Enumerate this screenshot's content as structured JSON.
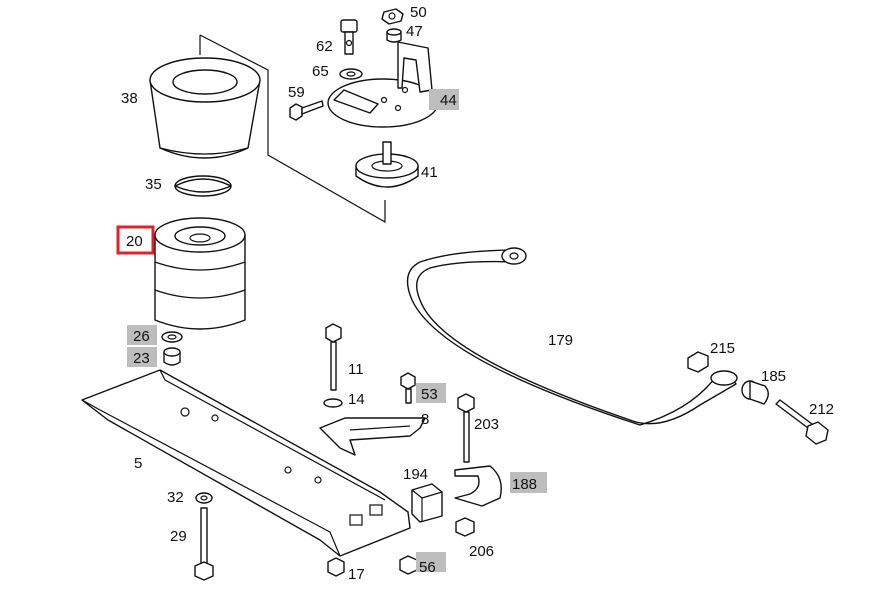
{
  "diagram": {
    "highlight_color": "#bdbdbd",
    "selection_color": "#e0202b",
    "selected_part": "20",
    "labels": [
      {
        "id": "l50",
        "text": "50",
        "highlighted": false
      },
      {
        "id": "l47",
        "text": "47",
        "highlighted": false
      },
      {
        "id": "l62",
        "text": "62",
        "highlighted": false
      },
      {
        "id": "l65",
        "text": "65",
        "highlighted": false
      },
      {
        "id": "l59",
        "text": "59",
        "highlighted": false
      },
      {
        "id": "l44",
        "text": "44",
        "highlighted": true
      },
      {
        "id": "l38",
        "text": "38",
        "highlighted": false
      },
      {
        "id": "l41",
        "text": "41",
        "highlighted": false
      },
      {
        "id": "l35",
        "text": "35",
        "highlighted": false
      },
      {
        "id": "l20",
        "text": "20",
        "highlighted": false
      },
      {
        "id": "l26",
        "text": "26",
        "highlighted": true
      },
      {
        "id": "l23",
        "text": "23",
        "highlighted": true
      },
      {
        "id": "l179",
        "text": "179",
        "highlighted": false
      },
      {
        "id": "l215",
        "text": "215",
        "highlighted": false
      },
      {
        "id": "l185",
        "text": "185",
        "highlighted": false
      },
      {
        "id": "l212",
        "text": "212",
        "highlighted": false
      },
      {
        "id": "l11",
        "text": "11",
        "highlighted": false
      },
      {
        "id": "l14",
        "text": "14",
        "highlighted": false
      },
      {
        "id": "l53",
        "text": "53",
        "highlighted": true
      },
      {
        "id": "l8",
        "text": "8",
        "highlighted": false
      },
      {
        "id": "l203",
        "text": "203",
        "highlighted": false
      },
      {
        "id": "l5",
        "text": "5",
        "highlighted": false
      },
      {
        "id": "l194",
        "text": "194",
        "highlighted": false
      },
      {
        "id": "l188",
        "text": "188",
        "highlighted": true
      },
      {
        "id": "l32",
        "text": "32",
        "highlighted": false
      },
      {
        "id": "l29",
        "text": "29",
        "highlighted": false
      },
      {
        "id": "l206",
        "text": "206",
        "highlighted": false
      },
      {
        "id": "l17",
        "text": "17",
        "highlighted": false
      },
      {
        "id": "l56",
        "text": "56",
        "highlighted": true
      }
    ]
  }
}
